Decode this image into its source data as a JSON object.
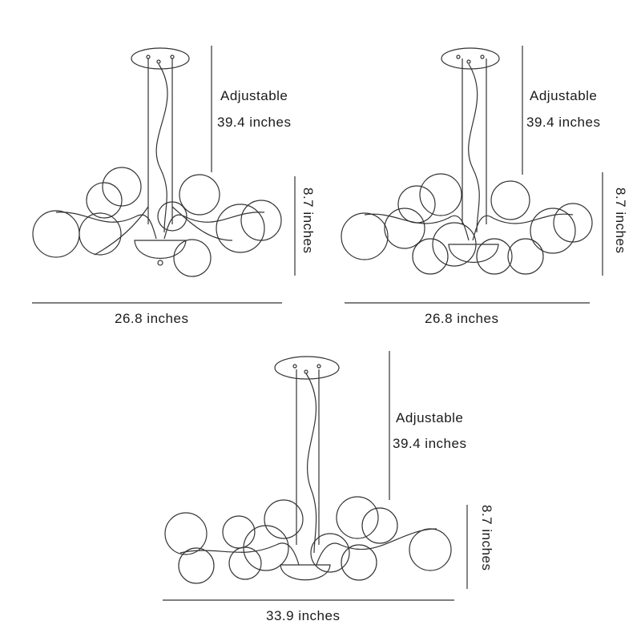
{
  "figures": [
    {
      "adjustable_label": "Adjustable",
      "cord_length": "39.4 inches",
      "height": "8.7 inches",
      "width": "26.8 inches"
    },
    {
      "adjustable_label": "Adjustable",
      "cord_length": "39.4 inches",
      "height": "8.7 inches",
      "width": "26.8 inches"
    },
    {
      "adjustable_label": "Adjustable",
      "cord_length": "39.4 inches",
      "height": "8.7 inches",
      "width": "33.9 inches"
    }
  ],
  "line_color": "#333333"
}
